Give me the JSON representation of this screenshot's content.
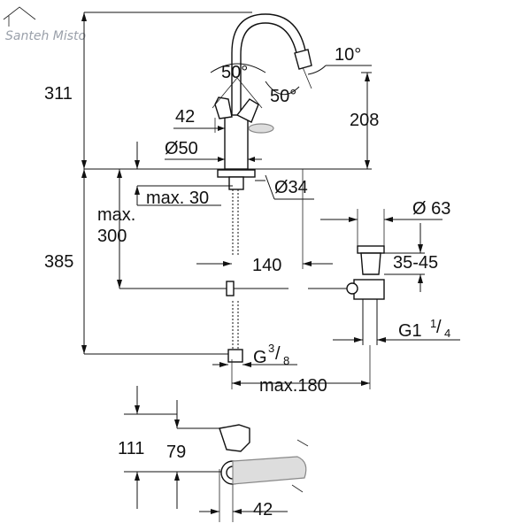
{
  "watermark": {
    "text": "Santeh Misto"
  },
  "dimensions": {
    "height_total_above": "311",
    "angle_handle": "50°",
    "angle_spout": "50°",
    "angle_tilt": "10°",
    "handle_offset": "42",
    "spout_height": "208",
    "body_diameter": "Ø50",
    "hole_diameter": "Ø34",
    "max_thickness": "max. 30",
    "max_depth_1": "max.",
    "max_depth_2": "300",
    "height_below": "385",
    "drain_diameter": "Ø 63",
    "drain_range": "35-45",
    "spout_reach": "140",
    "drain_thread_g": "G1",
    "drain_thread_num": "1",
    "drain_thread_den": "4",
    "hose_thread_g": "G",
    "hose_thread_num": "3",
    "hose_thread_den": "8",
    "max_reach": "max.180",
    "top_height_1": "111",
    "top_height_2": "79",
    "top_offset": "42"
  }
}
